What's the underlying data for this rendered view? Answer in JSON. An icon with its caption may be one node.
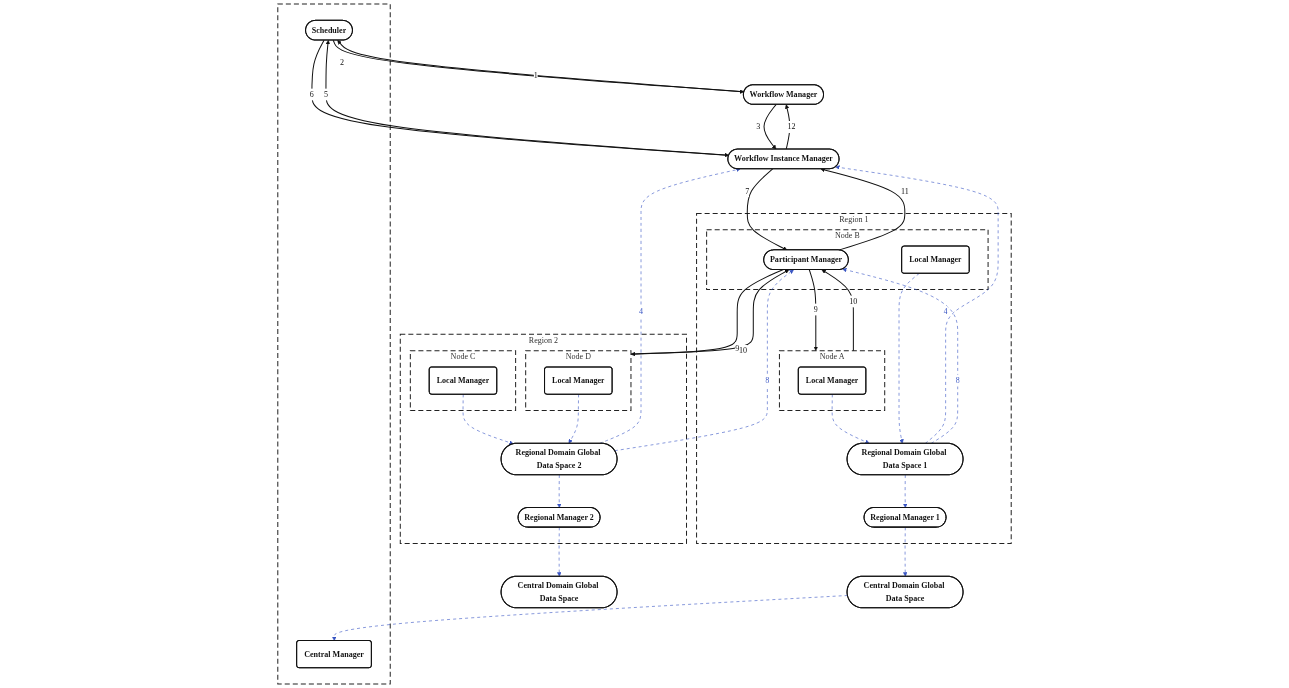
{
  "diagram": {
    "nodes": [
      {
        "text": [
          "Central Domain Global Data Space"
        ]
      },
      {
        "text": [],
        "shape": "box"
      },
      {
        "text": [
          "Central Manager"
        ],
        "in": 1
      },
      {
        "text": [
          "Scheduler"
        ],
        "in": 1
      },
      {
        "text": [
          "Workflow Manager"
        ]
      },
      {
        "text": [
          "Central Domain Global Data Space"
        ]
      },
      {
        "text": [
          "Region 1"
        ]
      },
      {
        "text": [
          "Regional Manager 1"
        ],
        "in": 6
      },
      {
        "text": [
          "Workflow Instance Manager"
        ]
      },
      {
        "text": [
          "Region 2"
        ]
      },
      {
        "text": [
          "Regional Manager 2"
        ],
        "in": 9
      },
      {
        "text": [
          "Regional Domain Global Data Space 1"
        ],
        "in": 6
      },
      {
        "text": [
          "Regional Domain Global Data Space 2"
        ],
        "in": 9
      },
      {
        "text": [
          "Node B"
        ],
        "in": 6
      },
      {
        "text": [
          "Participant Manager"
        ],
        "in": 13
      },
      {
        "text": [
          "Node A"
        ],
        "in": 6
      },
      {
        "text": [
          "Local Manager"
        ],
        "in": 15
      },
      {
        "text": [
          "Local Manager"
        ],
        "in": 13
      },
      {
        "text": [
          "Node C"
        ],
        "in": 9
      },
      {
        "text": [
          "Local Manager"
        ],
        "in": 18
      },
      {
        "text": [
          "Node D"
        ],
        "in": 9
      },
      {
        "text": [
          "Local Manager"
        ],
        "in": 20
      }
    ],
    "edges": [
      {
        "from": 0,
        "to": 2,
        "arrow": "to",
        "style": "dashed",
        "color": "#3a56c4"
      },
      {
        "from": 4,
        "to": 3,
        "arrow": "to",
        "label": "1",
        "color": "#111111"
      },
      {
        "from": 3,
        "to": 4,
        "arrow": "to",
        "label": "2",
        "color": "#111111"
      },
      {
        "from": 4,
        "to": 8,
        "arrow": "to",
        "label": "3",
        "color": "#111111"
      },
      {
        "from": 8,
        "to": 4,
        "arrow": "to",
        "label": "12",
        "color": "#111111"
      },
      {
        "from": 8,
        "to": 3,
        "arrow": "to",
        "label": "5",
        "color": "#111111"
      },
      {
        "from": 3,
        "to": 8,
        "arrow": "to",
        "label": "6",
        "color": "#111111"
      },
      {
        "from": 7,
        "to": 0,
        "arrow": "to",
        "style": "dashed",
        "color": "#3a56c4"
      },
      {
        "from": 10,
        "to": 5,
        "arrow": "to",
        "style": "dashed",
        "color": "#3a56c4"
      },
      {
        "from": 11,
        "to": 7,
        "arrow": "to",
        "style": "dashed",
        "color": "#3a56c4"
      },
      {
        "from": 12,
        "to": 10,
        "arrow": "to",
        "style": "dashed",
        "color": "#3a56c4"
      },
      {
        "from": 11,
        "to": 8,
        "arrow": "to",
        "label": "4",
        "style": "dashed",
        "color": "#3a56c4"
      },
      {
        "from": 12,
        "to": 8,
        "arrow": "to",
        "label": "4",
        "style": "dashed",
        "color": "#3a56c4"
      },
      {
        "from": 11,
        "to": 14,
        "arrow": "to",
        "label": "8",
        "style": "dashed",
        "color": "#3a56c4"
      },
      {
        "from": 12,
        "to": 14,
        "arrow": "to",
        "label": "8",
        "style": "dashed",
        "color": "#3a56c4"
      },
      {
        "from": 8,
        "to": 14,
        "arrow": "to",
        "label": "7",
        "color": "#111111"
      },
      {
        "from": 14,
        "to": 8,
        "arrow": "to",
        "label": "11",
        "color": "#111111"
      },
      {
        "from": 14,
        "to": 15,
        "arrow": "to",
        "label": "9",
        "color": "#111111"
      },
      {
        "from": 15,
        "to": 14,
        "arrow": "to",
        "label": "10",
        "color": "#111111"
      },
      {
        "from": 14,
        "to": 20,
        "arrow": "to",
        "label": "9",
        "color": "#111111"
      },
      {
        "from": 20,
        "to": 14,
        "arrow": "to",
        "label": "10",
        "color": "#111111"
      },
      {
        "from": 16,
        "to": 11,
        "arrow": "to",
        "style": "dashed",
        "color": "#3a56c4"
      },
      {
        "from": 17,
        "to": 11,
        "arrow": "to",
        "style": "dashed",
        "color": "#3a56c4"
      },
      {
        "from": 19,
        "to": 12,
        "arrow": "to",
        "style": "dashed",
        "color": "#3a56c4"
      },
      {
        "from": 21,
        "to": 12,
        "arrow": "to",
        "style": "dashed",
        "color": "#3a56c4"
      }
    ]
  }
}
